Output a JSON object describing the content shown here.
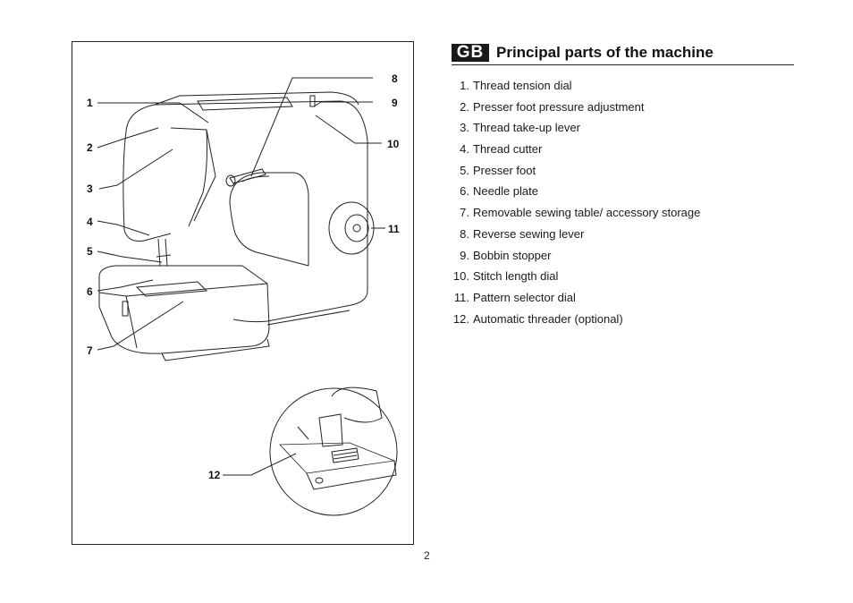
{
  "header": {
    "badge": "GB",
    "title": "Principal parts of the machine"
  },
  "parts": [
    {
      "num": "1.",
      "label": "Thread tension dial"
    },
    {
      "num": "2.",
      "label": "Presser foot pressure adjustment"
    },
    {
      "num": "3.",
      "label": "Thread take-up lever"
    },
    {
      "num": "4.",
      "label": "Thread cutter"
    },
    {
      "num": "5.",
      "label": "Presser foot"
    },
    {
      "num": "6.",
      "label": "Needle plate"
    },
    {
      "num": "7.",
      "label": "Removable sewing table/ accessory storage"
    },
    {
      "num": "8.",
      "label": "Reverse sewing lever"
    },
    {
      "num": "9.",
      "label": "Bobbin stopper"
    },
    {
      "num": "10.",
      "label": "Stitch length dial"
    },
    {
      "num": "11.",
      "label": "Pattern selector dial"
    },
    {
      "num": "12.",
      "label": "Automatic threader (optional)"
    }
  ],
  "figure": {
    "callouts": {
      "c1": "1",
      "c2": "2",
      "c3": "3",
      "c4": "4",
      "c5": "5",
      "c6": "6",
      "c7": "7",
      "c8": "8",
      "c9": "9",
      "c10": "10",
      "c11": "11",
      "c12": "12"
    }
  },
  "page_number": "2"
}
